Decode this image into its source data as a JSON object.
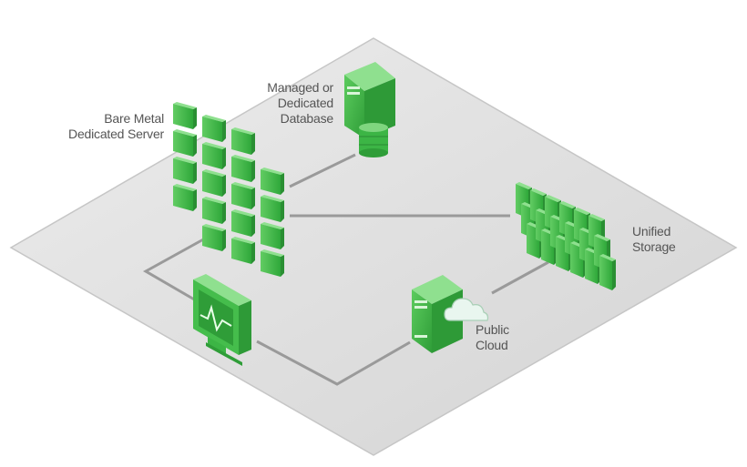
{
  "colors": {
    "platform_fill": "#dedede",
    "platform_edge": "#c8c8c8",
    "connector": "#9a9a9a",
    "server_green": "#3fb84a",
    "server_green_light": "#7fd67f",
    "server_green_dark": "#2a9a35",
    "cloud_fill": "#e6f4ee",
    "label_text": "#555555"
  },
  "nodes": {
    "bare_metal": {
      "icon": "server-blade-grid-icon",
      "label_lines": [
        "Bare Metal",
        "Dedicated Server"
      ]
    },
    "database": {
      "icon": "database-server-icon",
      "label_lines": [
        "Managed or",
        "Dedicated",
        "Database"
      ]
    },
    "storage": {
      "icon": "storage-array-icon",
      "label_lines": [
        "Unified",
        "Storage"
      ]
    },
    "cloud": {
      "icon": "cloud-server-icon",
      "label_lines": [
        "Public",
        "Cloud"
      ]
    },
    "monitor": {
      "icon": "monitoring-display-icon"
    }
  }
}
